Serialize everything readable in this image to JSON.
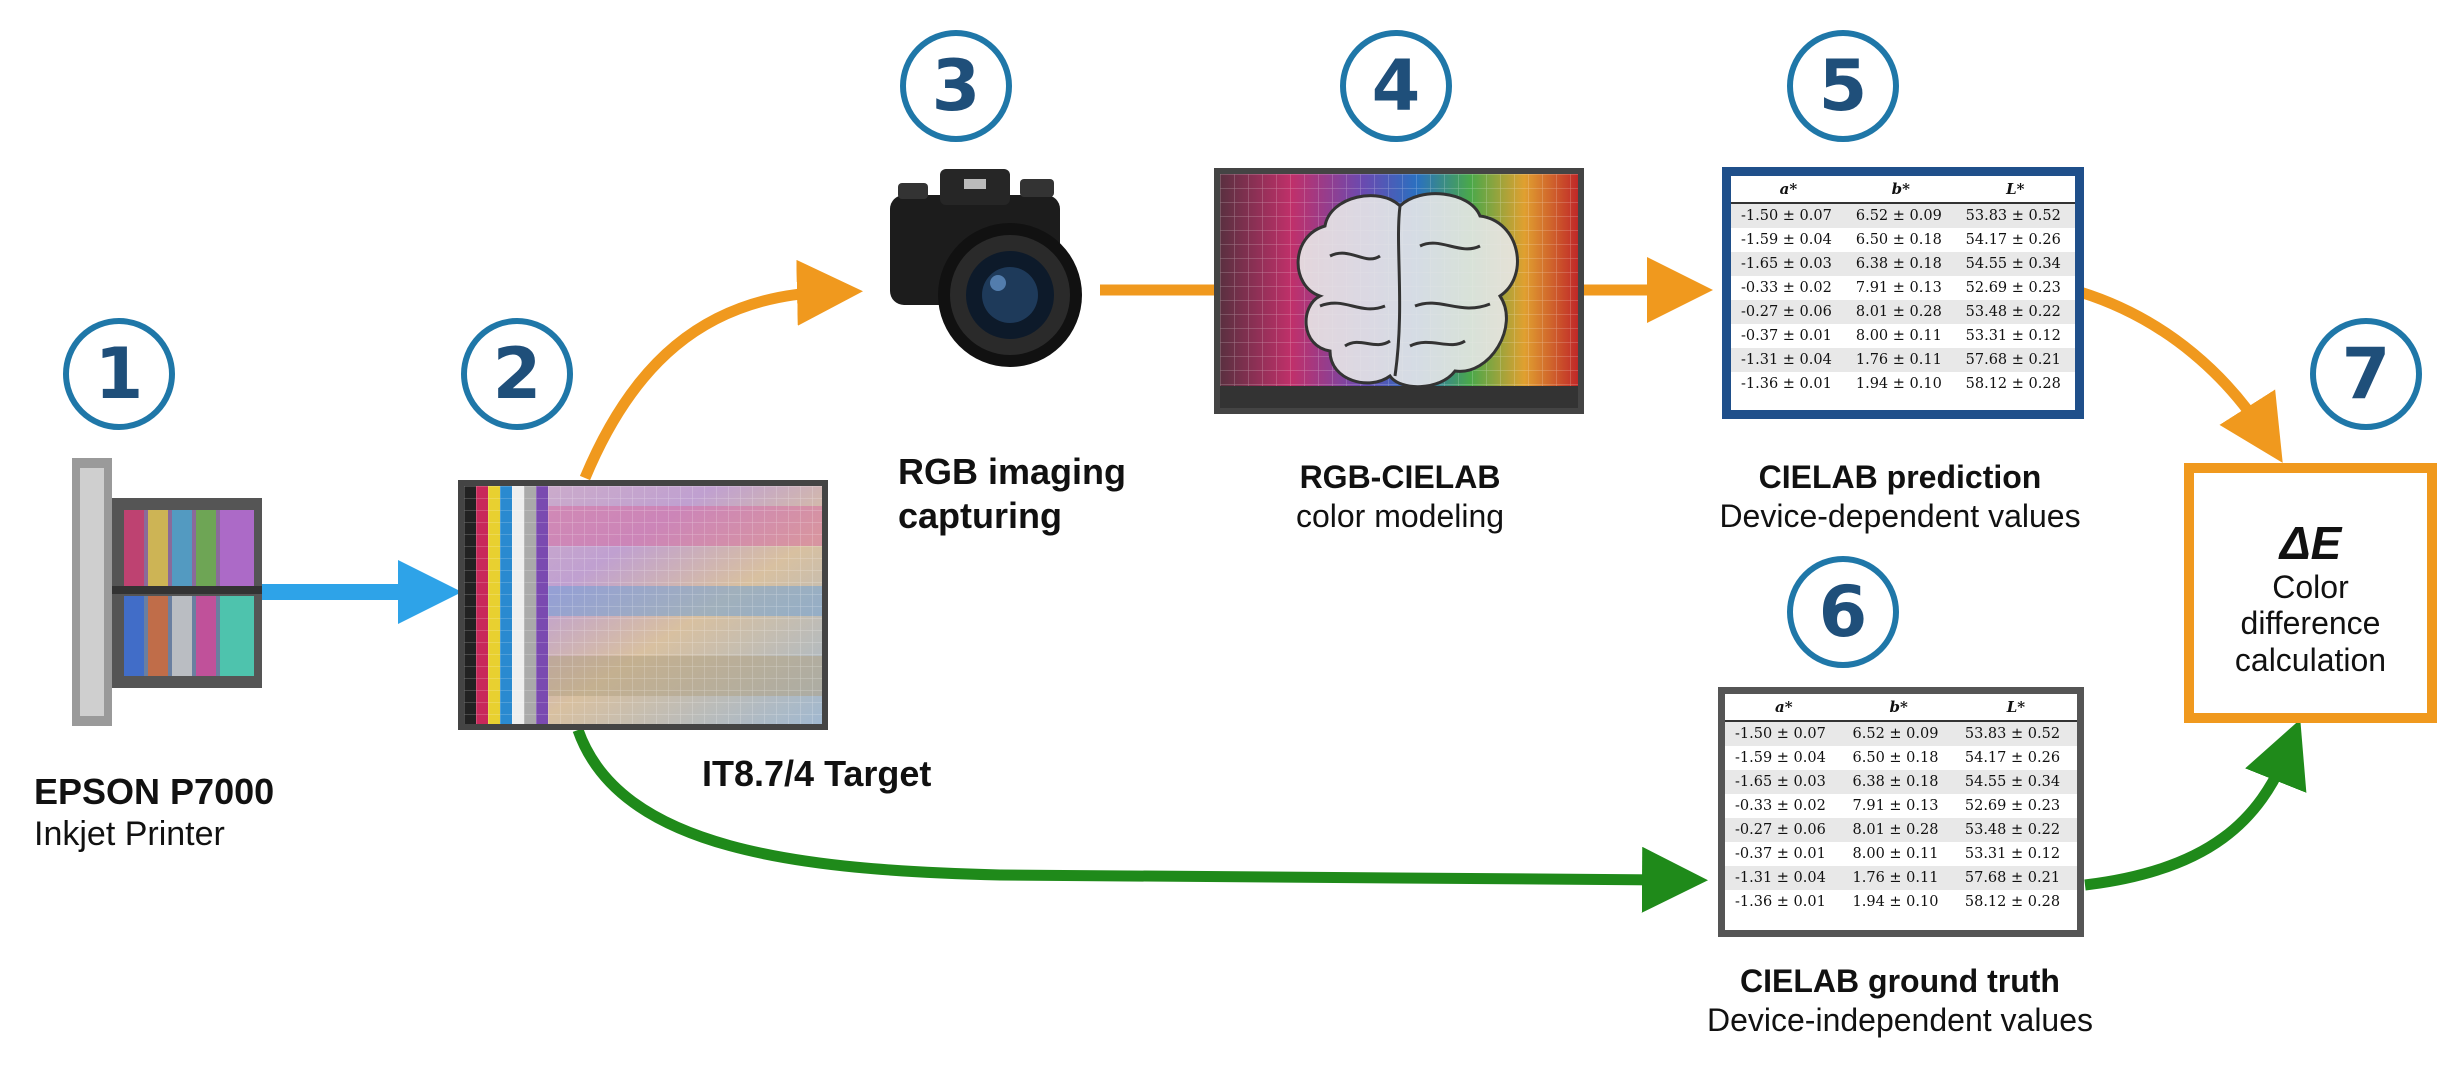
{
  "steps": {
    "s1": {
      "number": "1",
      "title": "EPSON P7000",
      "subtitle": "Inkjet Printer"
    },
    "s2": {
      "number": "2",
      "title": "IT8.7/4 Target"
    },
    "s3": {
      "number": "3",
      "title_line1": "RGB imaging",
      "title_line2": "capturing"
    },
    "s4": {
      "number": "4",
      "title": "RGB-CIELAB",
      "subtitle": "color modeling"
    },
    "s5": {
      "number": "5",
      "title": "CIELAB prediction",
      "subtitle": "Device-dependent values"
    },
    "s6": {
      "number": "6",
      "title": "CIELAB ground truth",
      "subtitle": "Device-independent values"
    },
    "s7": {
      "number": "7",
      "symbol": "ΔE",
      "line1": "Color",
      "line2": "difference",
      "line3": "calculation"
    }
  },
  "table": {
    "headers": [
      "a*",
      "b*",
      "L*"
    ],
    "rows": [
      [
        "-1.50 ± 0.07",
        "6.52 ± 0.09",
        "53.83 ± 0.52"
      ],
      [
        "-1.59 ± 0.04",
        "6.50 ± 0.18",
        "54.17 ± 0.26"
      ],
      [
        "-1.65 ± 0.03",
        "6.38 ± 0.18",
        "54.55 ± 0.34"
      ],
      [
        "-0.33 ± 0.02",
        "7.91 ± 0.13",
        "52.69 ± 0.23"
      ],
      [
        "-0.27 ± 0.06",
        "8.01 ± 0.28",
        "53.48 ± 0.22"
      ],
      [
        "-0.37 ± 0.01",
        "8.00 ± 0.11",
        "53.31 ± 0.12"
      ],
      [
        "-1.31 ± 0.04",
        "1.76 ± 0.11",
        "57.68 ± 0.21"
      ],
      [
        "-1.36 ± 0.01",
        "1.94 ± 0.10",
        "58.12 ± 0.28"
      ]
    ]
  },
  "colors": {
    "orange_arrow": "#f0991e",
    "green_arrow": "#1f8a1a",
    "blue_arrow": "#2ea3e8",
    "circle_border": "#1f77a8",
    "table_frame_prediction": "#1f4f8a",
    "table_frame_truth": "#555555"
  },
  "icons": [
    "printer-icon",
    "color-target-icon",
    "camera-icon",
    "brain-icon"
  ]
}
